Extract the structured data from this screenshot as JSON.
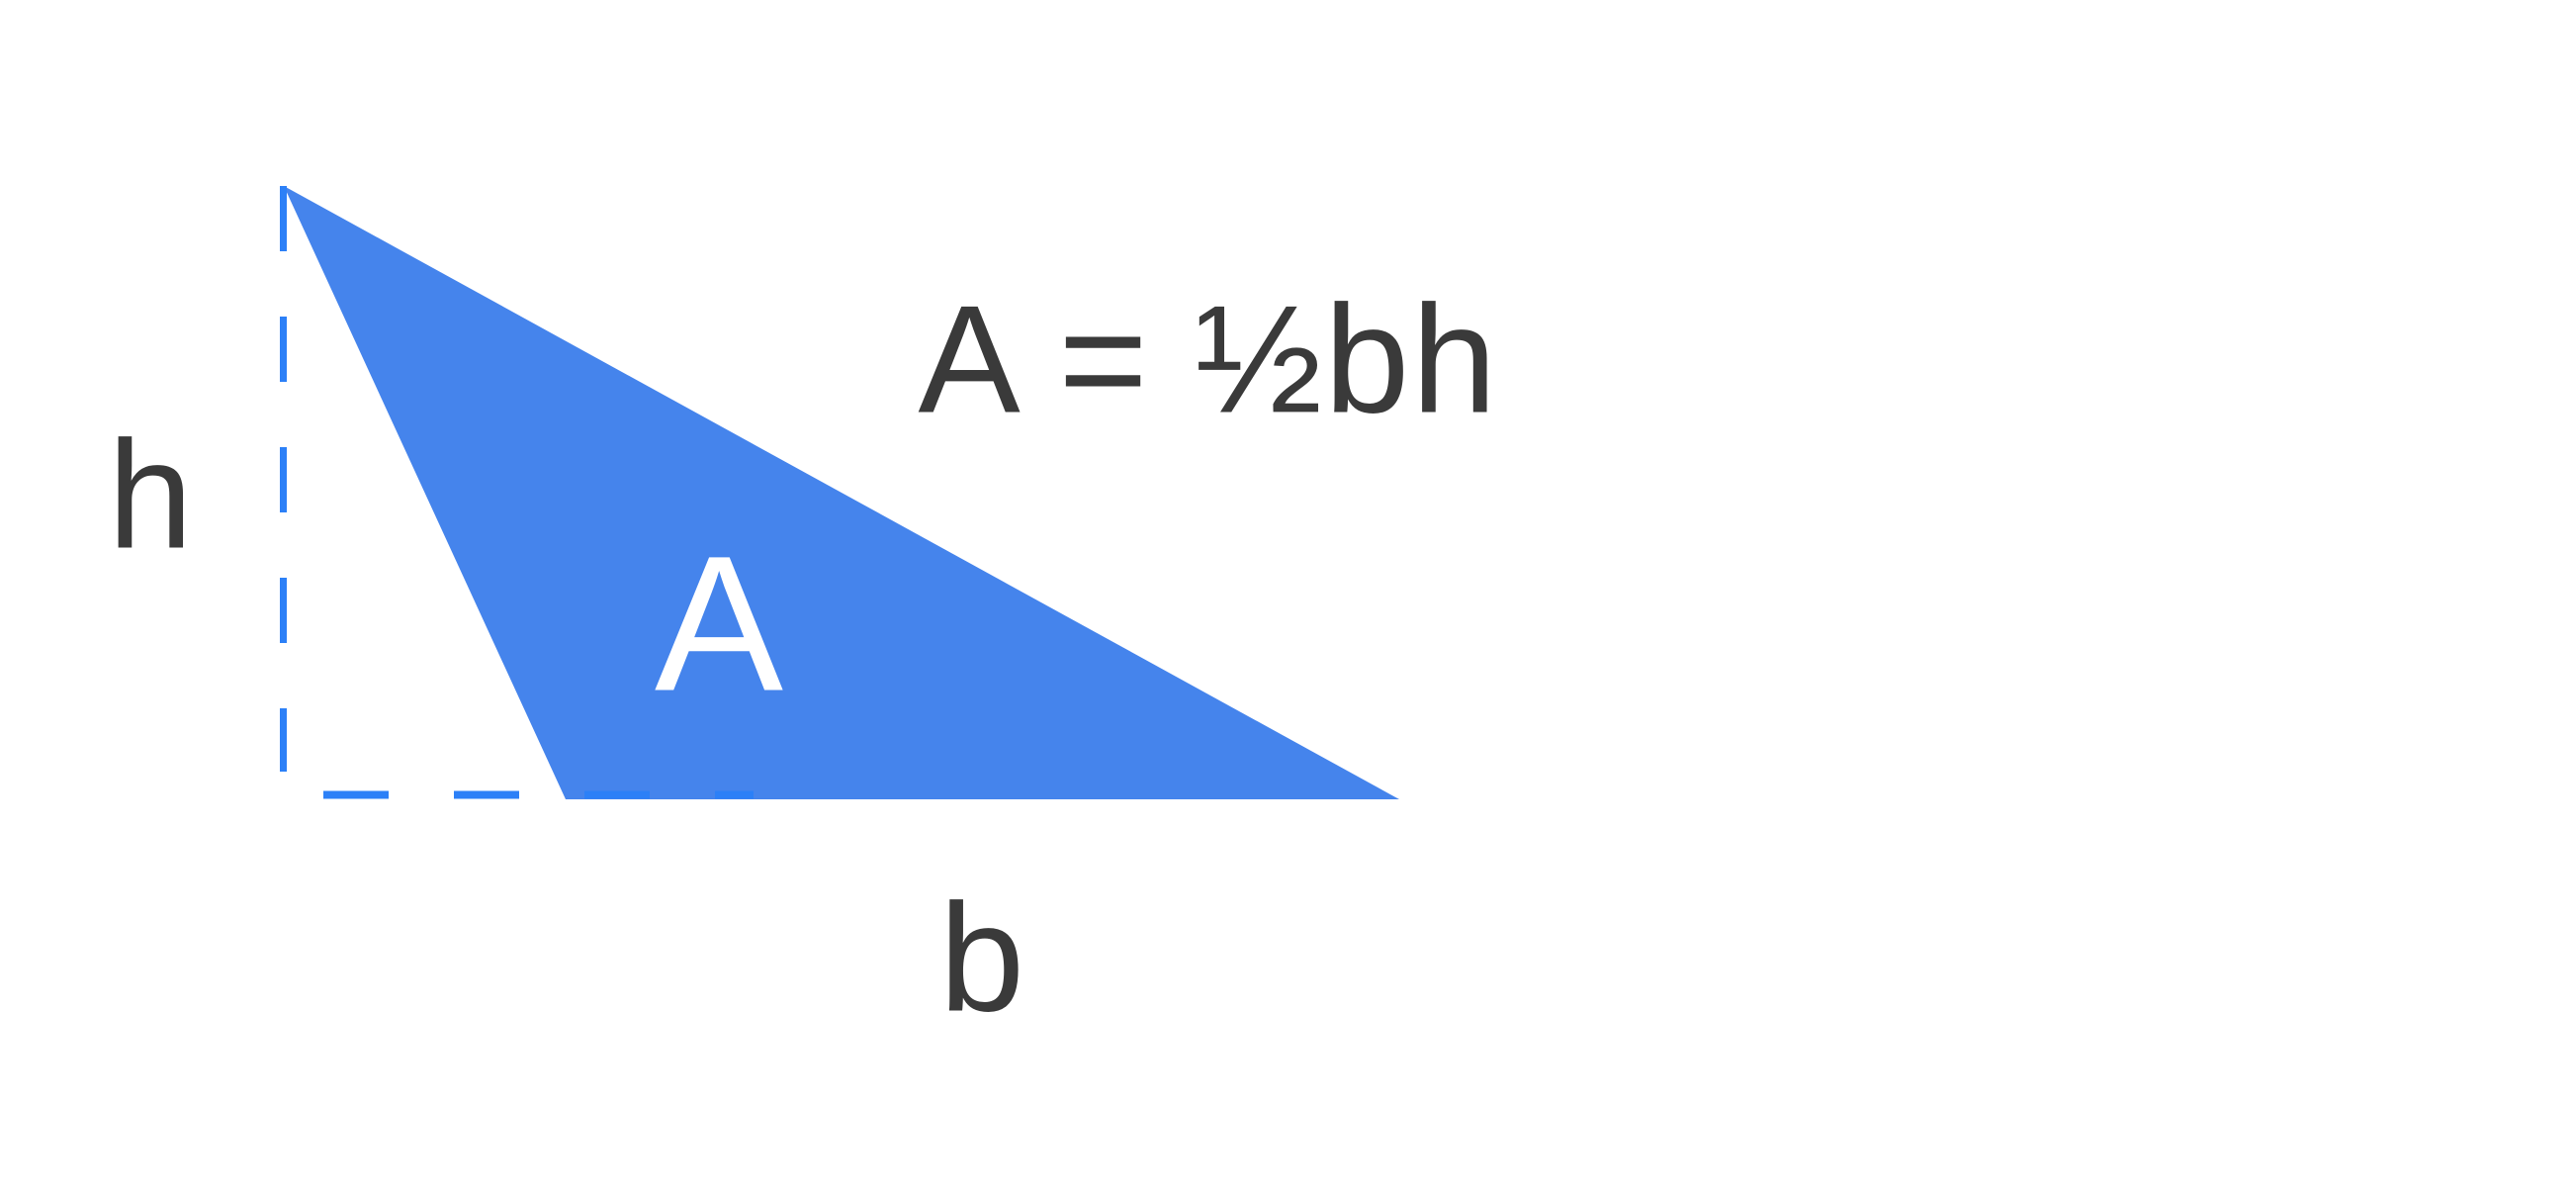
{
  "colors": {
    "background": "#FFFFFF",
    "triangle_fill": "#4584EC",
    "dashed_line": "#2C80F7",
    "label_text": "#3A3A3A",
    "area_label_text": "#FFFFFF"
  },
  "labels": {
    "height": "h",
    "base": "b",
    "area": "A",
    "formula": "A = ½bh"
  }
}
